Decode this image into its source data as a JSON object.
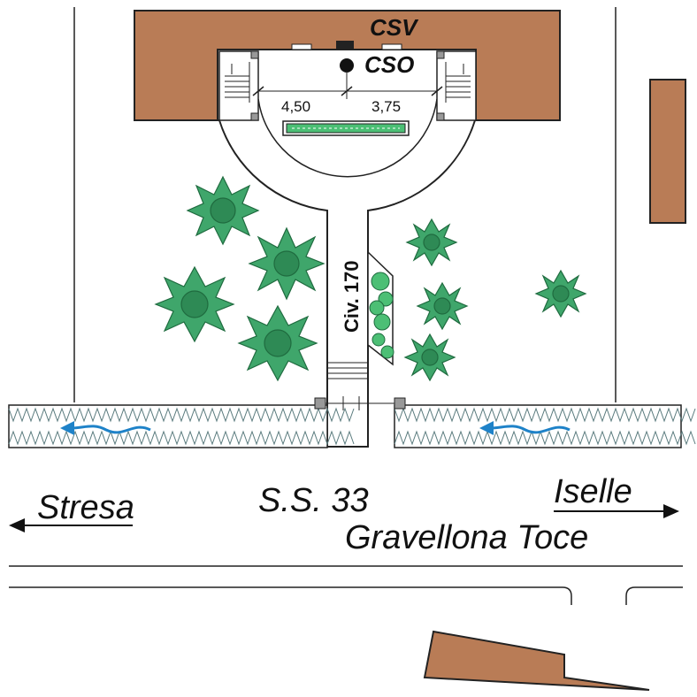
{
  "map": {
    "labels": {
      "csv": "CSV",
      "cso": "CSO",
      "dim_left": "4,50",
      "dim_right": "3,75",
      "civic": "Civ. 170",
      "road": "S.S. 33",
      "west_destination": "Stresa",
      "east_destination_1": "Iselle",
      "east_destination_2": "Gravellona Toce"
    },
    "colors": {
      "building": "#b97c56",
      "tree_fill": "#3fa66b",
      "tree_dark": "#1f6b3f",
      "flow_arrow": "#1e82c8",
      "hedge": "#5a7b7e",
      "planter": "#4cbf75"
    },
    "icons": {
      "tree": "tree-icon",
      "direction_arrow": "arrow-icon",
      "sensor": "sensor-dot-icon"
    }
  }
}
